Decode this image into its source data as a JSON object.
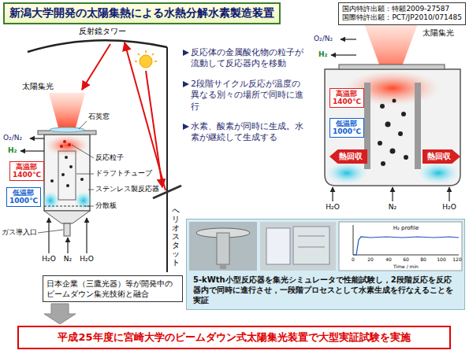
{
  "diagram": {
    "title": "新潟大学開発の太陽集熱による水熱分解水素製造装置",
    "nodes": [
      {
        "text": [
          "国内特許出願：特願2009-27587",
          "国際特許出願：PCT/JP2010/071485"
        ]
      },
      {
        "text": [
          "高温部",
          "1400℃"
        ]
      },
      {
        "text": [
          "低温部",
          "1000℃"
        ]
      },
      {
        "text": [
          "高温部",
          "1400℃"
        ]
      },
      {
        "text": [
          "低温部",
          "1000℃"
        ]
      },
      {
        "text": [
          "熱回収"
        ]
      },
      {
        "text": [
          "熱回収"
        ]
      },
      {
        "text": [
          "日本企業（三鷹光器）等が開発中のビームダウン集光技術と融合"
        ]
      },
      {
        "text": [
          "5-kWth小型反応器を集光シミュレータで性能試験し，2段階反応を反応器内で同時に進行させ，一段階プロセスとして水素生成を行なえることを実証"
        ]
      },
      {
        "text": [
          "平成25年度に宮崎大学のビームダウン式太陽集光装置で大型実証試験を実施"
        ]
      }
    ],
    "edges": [
      {
        "from": 7,
        "to": 9,
        "arrow": "to"
      }
    ],
    "labels": [
      "反射鏡タワー",
      "太陽集光",
      "石英窓",
      "O₂/N₂",
      "H₂",
      "反応粒子",
      "ドラフトチューブ",
      "ステンレス製反応器",
      "分散板",
      "ガス導入口",
      "H₂O",
      "N₂",
      "H₂O",
      "ヘリオスタット",
      "反応体の金属酸化物の粒子が流動して反応器内を移動",
      "2段階サイクル反応が温度の異なる別々の場所で同時に進行",
      "水素、酸素が同時に生成。水素が継続して生成する",
      "太陽集光",
      "O₂/N₂",
      "H₂",
      "H₂O",
      "N₂",
      "H₂O",
      "H₂ profile",
      "0",
      "20",
      "40",
      "60",
      "80",
      "100",
      "120",
      "Time / min"
    ]
  }
}
